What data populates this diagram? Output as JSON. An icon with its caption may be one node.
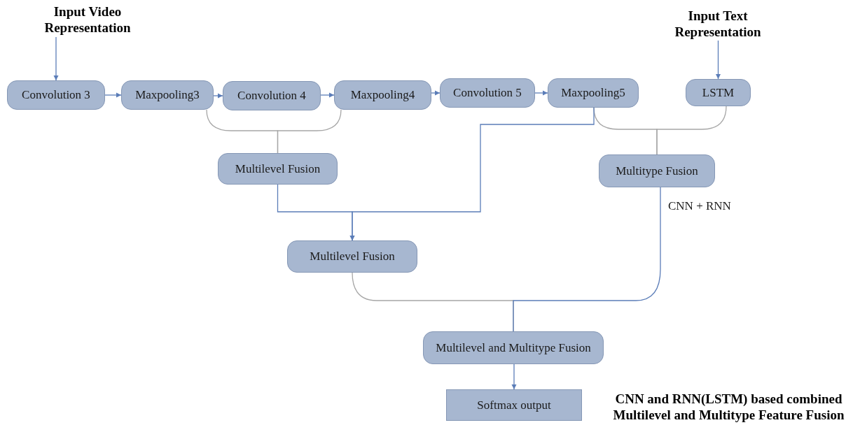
{
  "diagram": {
    "caption": "CNN and RNN(LSTM) based combined Multilevel and Multitype Feature Fusion",
    "nodes": [
      {
        "text": [
          "Input Video Representation"
        ]
      },
      {
        "text": [
          "Convolution 3"
        ]
      },
      {
        "text": [
          "Maxpooling3"
        ]
      },
      {
        "text": [
          "Convolution 4"
        ]
      },
      {
        "text": [
          "Maxpooling4"
        ]
      },
      {
        "text": [
          "Convolution 5"
        ]
      },
      {
        "text": [
          "Maxpooling5"
        ]
      },
      {
        "text": [
          "LSTM"
        ]
      },
      {
        "text": [
          "Input Text Representation"
        ]
      },
      {
        "text": [
          "Multilevel Fusion"
        ]
      },
      {
        "text": [
          "Multitype Fusion"
        ]
      },
      {
        "text": [
          "Multilevel Fusion"
        ]
      },
      {
        "text": [
          "Multilevel and Multitype Fusion"
        ]
      },
      {
        "text": [
          "Softmax output"
        ]
      }
    ],
    "edges": [
      {
        "from": 0,
        "to": 1,
        "arrow": "to"
      },
      {
        "from": 1,
        "to": 2,
        "arrow": "to"
      },
      {
        "from": 2,
        "to": 3,
        "arrow": "to"
      },
      {
        "from": 3,
        "to": 4,
        "arrow": "to"
      },
      {
        "from": 4,
        "to": 5,
        "arrow": "to"
      },
      {
        "from": 5,
        "to": 6,
        "arrow": "to"
      },
      {
        "from": 8,
        "to": 7,
        "arrow": "to"
      },
      {
        "from": 2,
        "to": 9,
        "arrow": "none",
        "color": "#a6a6a6"
      },
      {
        "from": 4,
        "to": 9,
        "arrow": "none",
        "color": "#a6a6a6"
      },
      {
        "from": 6,
        "to": 10,
        "arrow": "none",
        "color": "#a6a6a6"
      },
      {
        "from": 7,
        "to": 10,
        "arrow": "none",
        "color": "#a6a6a6"
      },
      {
        "from": 9,
        "to": 11,
        "arrow": "to"
      },
      {
        "from": 6,
        "to": 11,
        "arrow": "to"
      },
      {
        "from": 11,
        "to": 12,
        "arrow": "none",
        "color": "#a6a6a6"
      },
      {
        "from": 10,
        "to": 12,
        "arrow": "none",
        "label": "CNN + RNN"
      },
      {
        "from": 12,
        "to": 13,
        "arrow": "to"
      }
    ]
  }
}
